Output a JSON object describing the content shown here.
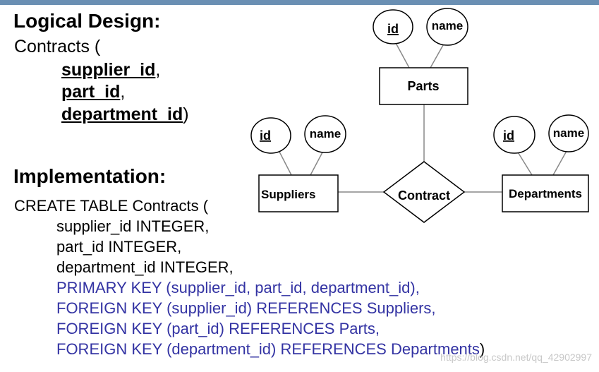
{
  "logical": {
    "heading": "Logical Design:",
    "open": "Contracts (",
    "keys": [
      {
        "name": "supplier_id",
        "punct": ","
      },
      {
        "name": "part_id",
        "punct": ","
      },
      {
        "name": "department_id",
        "punct": ")"
      }
    ]
  },
  "implementation": {
    "heading": "Implementation:",
    "lines": [
      "CREATE TABLE Contracts (",
      "supplier_id  INTEGER,",
      "part_id  INTEGER,",
      "department_id  INTEGER,"
    ],
    "constraint_lines": [
      "PRIMARY KEY (supplier_id, part_id, department_id),",
      "FOREIGN KEY (supplier_id) REFERENCES Suppliers,",
      "FOREIGN KEY (part_id) REFERENCES Parts,",
      "FOREIGN KEY (department_id) REFERENCES Departments"
    ],
    "close": ")"
  },
  "diagram": {
    "relationship": "Contract",
    "entities": {
      "parts": {
        "label": "Parts",
        "attr_id": "id",
        "attr_name": "name"
      },
      "suppliers": {
        "label": "Suppliers",
        "attr_id": "id",
        "attr_name": "name"
      },
      "departments": {
        "label": "Departments",
        "attr_id": "id",
        "attr_name": "name"
      }
    }
  },
  "watermark": "https://blog.csdn.net/qq_42902997",
  "colors": {
    "topbar": "#6a8fb3",
    "constraint_text": "#3333a3",
    "watermark": "#c8c8c8"
  }
}
